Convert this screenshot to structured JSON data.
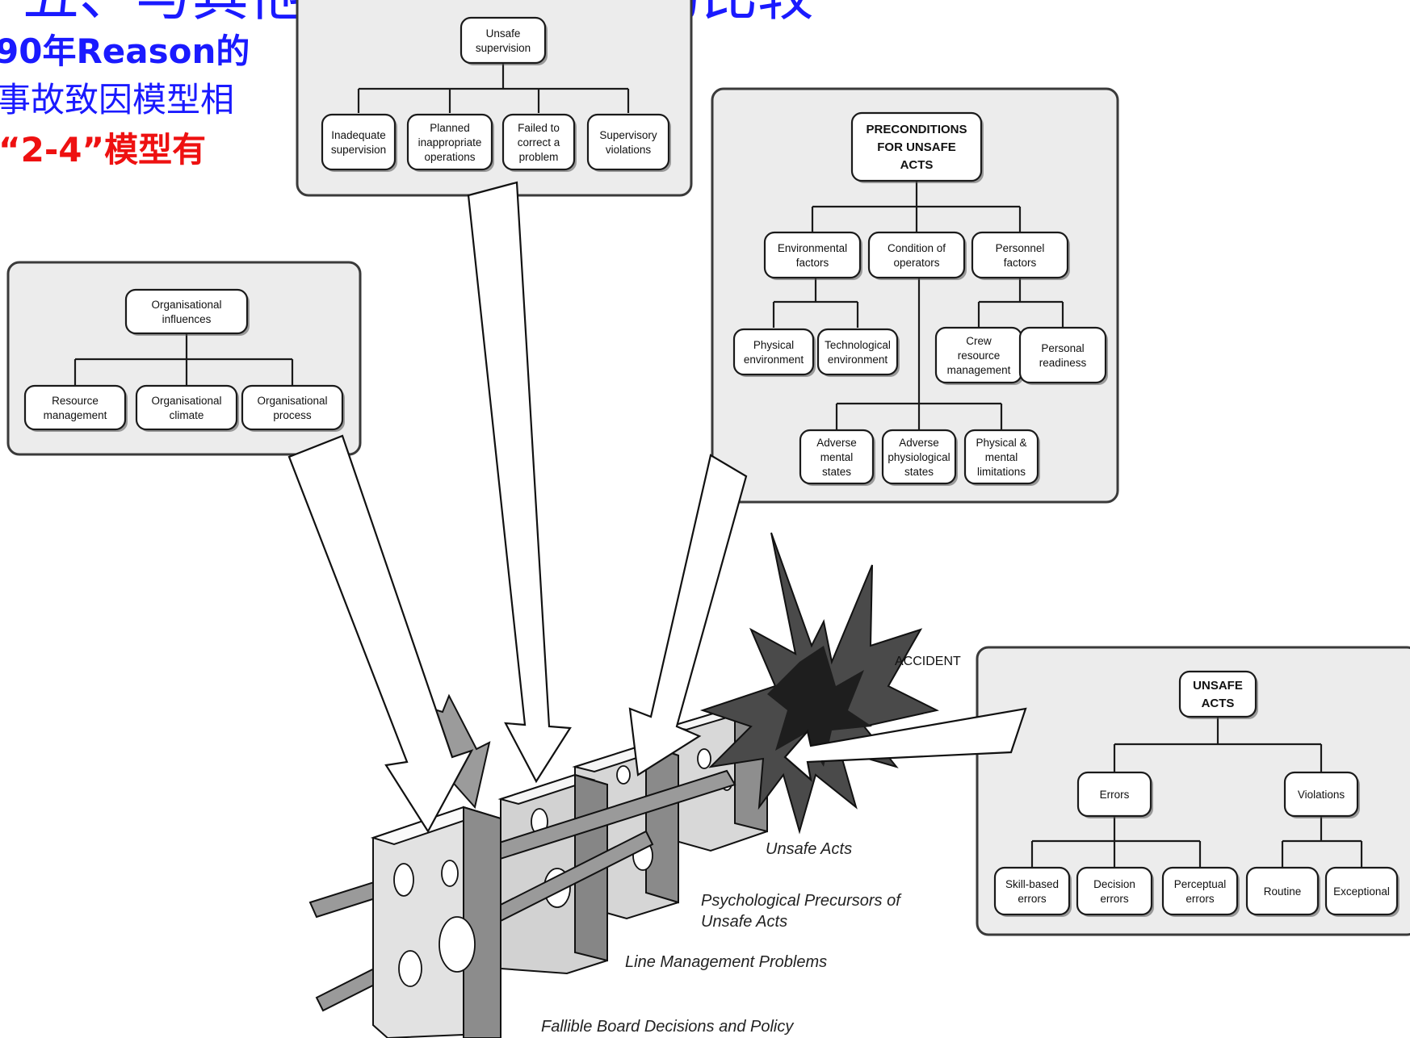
{
  "header": {
    "title": "五、与其他事故致因模型的比较",
    "note_line1": "90年Reason的",
    "note_line2": "事故致因模型相",
    "note_line3": "“2-4”模型有"
  },
  "panels": {
    "supervision": {
      "root": [
        "Unsafe",
        "supervision"
      ],
      "children": [
        [
          "Inadequate",
          "supervision"
        ],
        [
          "Planned",
          "inappropriate",
          "operations"
        ],
        [
          "Failed to",
          "correct a",
          "problem"
        ],
        [
          "Supervisory",
          "violations"
        ]
      ]
    },
    "organisational": {
      "root": [
        "Organisational",
        "influences"
      ],
      "children": [
        [
          "Resource",
          "management"
        ],
        [
          "Organisational",
          "climate"
        ],
        [
          "Organisational",
          "process"
        ]
      ]
    },
    "preconditions": {
      "root": [
        "PRECONDITIONS",
        "FOR UNSAFE",
        "ACTS"
      ],
      "level1": [
        [
          "Environmental",
          "factors"
        ],
        [
          "Condition of",
          "operators"
        ],
        [
          "Personnel",
          "factors"
        ]
      ],
      "env_children": [
        [
          "Physical",
          "environment"
        ],
        [
          "Technological",
          "environment"
        ]
      ],
      "pers_children": [
        [
          "Crew",
          "resource",
          "management"
        ],
        [
          "Personal",
          "readiness"
        ]
      ],
      "cond_children": [
        [
          "Adverse",
          "mental",
          "states"
        ],
        [
          "Adverse",
          "physiological",
          "states"
        ],
        [
          "Physical &",
          "mental",
          "limitations"
        ]
      ]
    },
    "unsafe_acts": {
      "root": [
        "UNSAFE",
        "ACTS"
      ],
      "level1": [
        [
          "Errors"
        ],
        [
          "Violations"
        ]
      ],
      "error_children": [
        [
          "Skill-based",
          "errors"
        ],
        [
          "Decision",
          "errors"
        ],
        [
          "Perceptual",
          "errors"
        ]
      ],
      "violation_children": [
        [
          "Routine"
        ],
        [
          "Exceptional"
        ]
      ]
    }
  },
  "scene": {
    "accident_label": "ACCIDENT",
    "layer_captions": {
      "unsafe_acts": "Unsafe Acts",
      "psych_line1": "Psychological Precursors of",
      "psych_line2": "Unsafe Acts",
      "line_mgmt": "Line Management Problems",
      "board": "Fallible Board Decisions and Policy"
    }
  }
}
